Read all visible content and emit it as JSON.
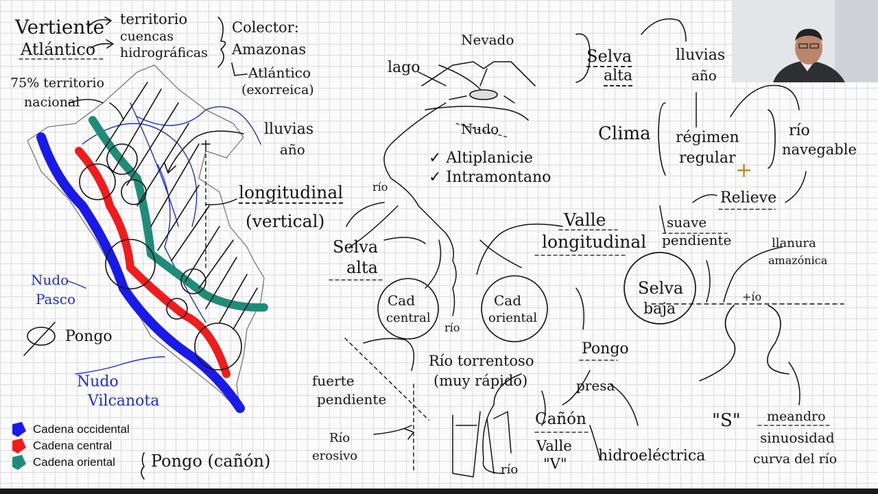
{
  "notes": {
    "vertiente": "Vertiente",
    "atlantico": "Atlántico",
    "territorio": "territorio",
    "cuencas": "cuencas",
    "hidrograficas": "hidrográficas",
    "colector": "Colector:",
    "amazonas": "Amazonas",
    "atlantico2": "Atlántico",
    "exorreica": "(exorreica)",
    "pct": "75% territorio",
    "nacional": "nacional",
    "lluvias": "lluvias",
    "anio": "año",
    "longitudinal": "longitudinal",
    "vertical": "(vertical)",
    "nudo_pasco_1": "Nudo",
    "nudo_pasco_2": "Pasco",
    "pongo": "Pongo",
    "nudo_vil_1": "Nudo",
    "nudo_vil_2": "Vilcanota",
    "pongo_canon": "Pongo (cañón)",
    "nevado": "Nevado",
    "lago": "lago",
    "nudo": "Nudo",
    "altiplanicie": "✓ Altiplanicie",
    "intramontano": "✓ Intramontano",
    "rio1": "río",
    "rio2": "río",
    "rio3": "Río",
    "rio4": "río",
    "rio5": "río",
    "valle_long_1": "Valle",
    "valle_long_2": "longitudinal",
    "selva_alta_c": "Selva",
    "selva_alta_c2": "alta",
    "cad_central_1": "Cad",
    "cad_central_2": "central",
    "cad_oriental_1": "Cad",
    "cad_oriental_2": "oriental",
    "rio_torrentoso": "Río torrentoso",
    "muy_rapido": "(muy rápido)",
    "fuerte": "fuerte",
    "pendiente": "pendiente",
    "erosivo": "erosivo",
    "pongo2": "Pongo",
    "presa": "presa",
    "canon": "Cañón",
    "valle_v1": "Valle",
    "valle_v2": "\"V\"",
    "hidroelectrica": "hidroeléctrica",
    "selva_alta_r1": "Selva",
    "selva_alta_r2": "alta",
    "lluvias_r": "lluvias",
    "anio_r": "año",
    "clima": "Clima",
    "regimen": "régimen",
    "regular": "regular",
    "navegable": "navegable",
    "relieve": "Relieve",
    "suave": "suave",
    "pendiente2": "pendiente",
    "llanura": "llanura",
    "amazonica": "amazónica",
    "selva_baja_1": "Selva",
    "selva_baja_2": "baja",
    "s_letter": "\"S\"",
    "meandro": "meandro",
    "sinuosidad": "sinuosidad",
    "curva": "curva del río"
  },
  "legend": [
    {
      "label": "Cadena occidental",
      "color": "#1a1ae6"
    },
    {
      "label": "Cadena central",
      "color": "#ee1c1c"
    },
    {
      "label": "Cadena oriental",
      "color": "#1e8c78"
    }
  ]
}
